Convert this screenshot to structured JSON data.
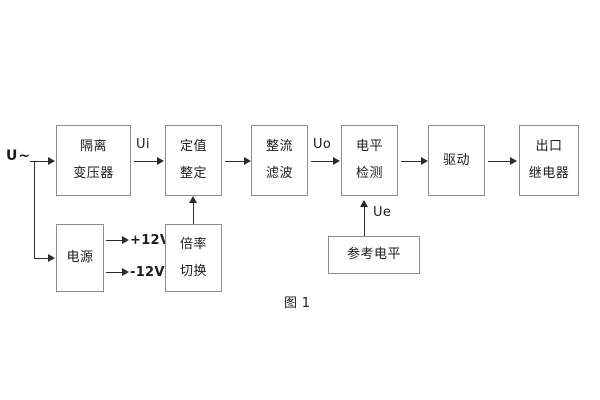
{
  "figure": {
    "caption": "图 1",
    "source_label": "U~",
    "blocks": [
      {
        "id": "isolation-transformer",
        "lines": [
          "隔离",
          "变压器"
        ]
      },
      {
        "id": "power-supply",
        "lines": [
          "电源"
        ]
      },
      {
        "id": "setting-value",
        "lines": [
          "定值",
          "整定"
        ]
      },
      {
        "id": "multiplier-switch",
        "lines": [
          "倍率",
          "切换"
        ]
      },
      {
        "id": "rectify-filter",
        "lines": [
          "整流",
          "滤波"
        ]
      },
      {
        "id": "level-detection",
        "lines": [
          "电平",
          "检测"
        ]
      },
      {
        "id": "drive",
        "lines": [
          "驱动"
        ]
      },
      {
        "id": "output-relay",
        "lines": [
          "出口",
          "继电器"
        ]
      },
      {
        "id": "reference-level",
        "lines": [
          "参考电平"
        ]
      }
    ],
    "signals": {
      "ui": "Ui",
      "uo": "Uo",
      "ue": "Ue"
    },
    "rails": {
      "positive": "+12V",
      "negative": "-12V"
    },
    "colors": {
      "box_border": "#8d8d8d",
      "connector": "#2b2b2b",
      "text": "#1b1b1b",
      "background": "#ffffff"
    }
  }
}
